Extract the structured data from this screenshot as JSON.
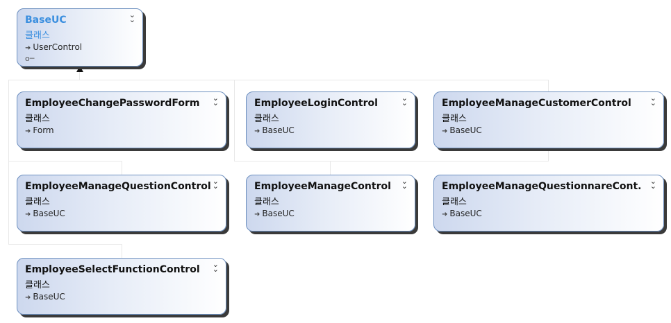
{
  "root": {
    "title": "BaseUC",
    "kind": "클래스",
    "base": "UserControl"
  },
  "classes": [
    {
      "title": "EmployeeChangePasswordForm",
      "kind": "클래스",
      "base": "Form"
    },
    {
      "title": "EmployeeLoginControl",
      "kind": "클래스",
      "base": "BaseUC"
    },
    {
      "title": "EmployeeManageCustomerControl",
      "kind": "클래스",
      "base": "BaseUC"
    },
    {
      "title": "EmployeeManageQuestionControl",
      "kind": "클래스",
      "base": "BaseUC"
    },
    {
      "title": "EmployeeManageControl",
      "kind": "클래스",
      "base": "BaseUC"
    },
    {
      "title": "EmployeeManageQuestionnareCont...",
      "kind": "클래스",
      "base": "BaseUC"
    },
    {
      "title": "EmployeeSelectFunctionControl",
      "kind": "클래스",
      "base": "BaseUC"
    }
  ]
}
